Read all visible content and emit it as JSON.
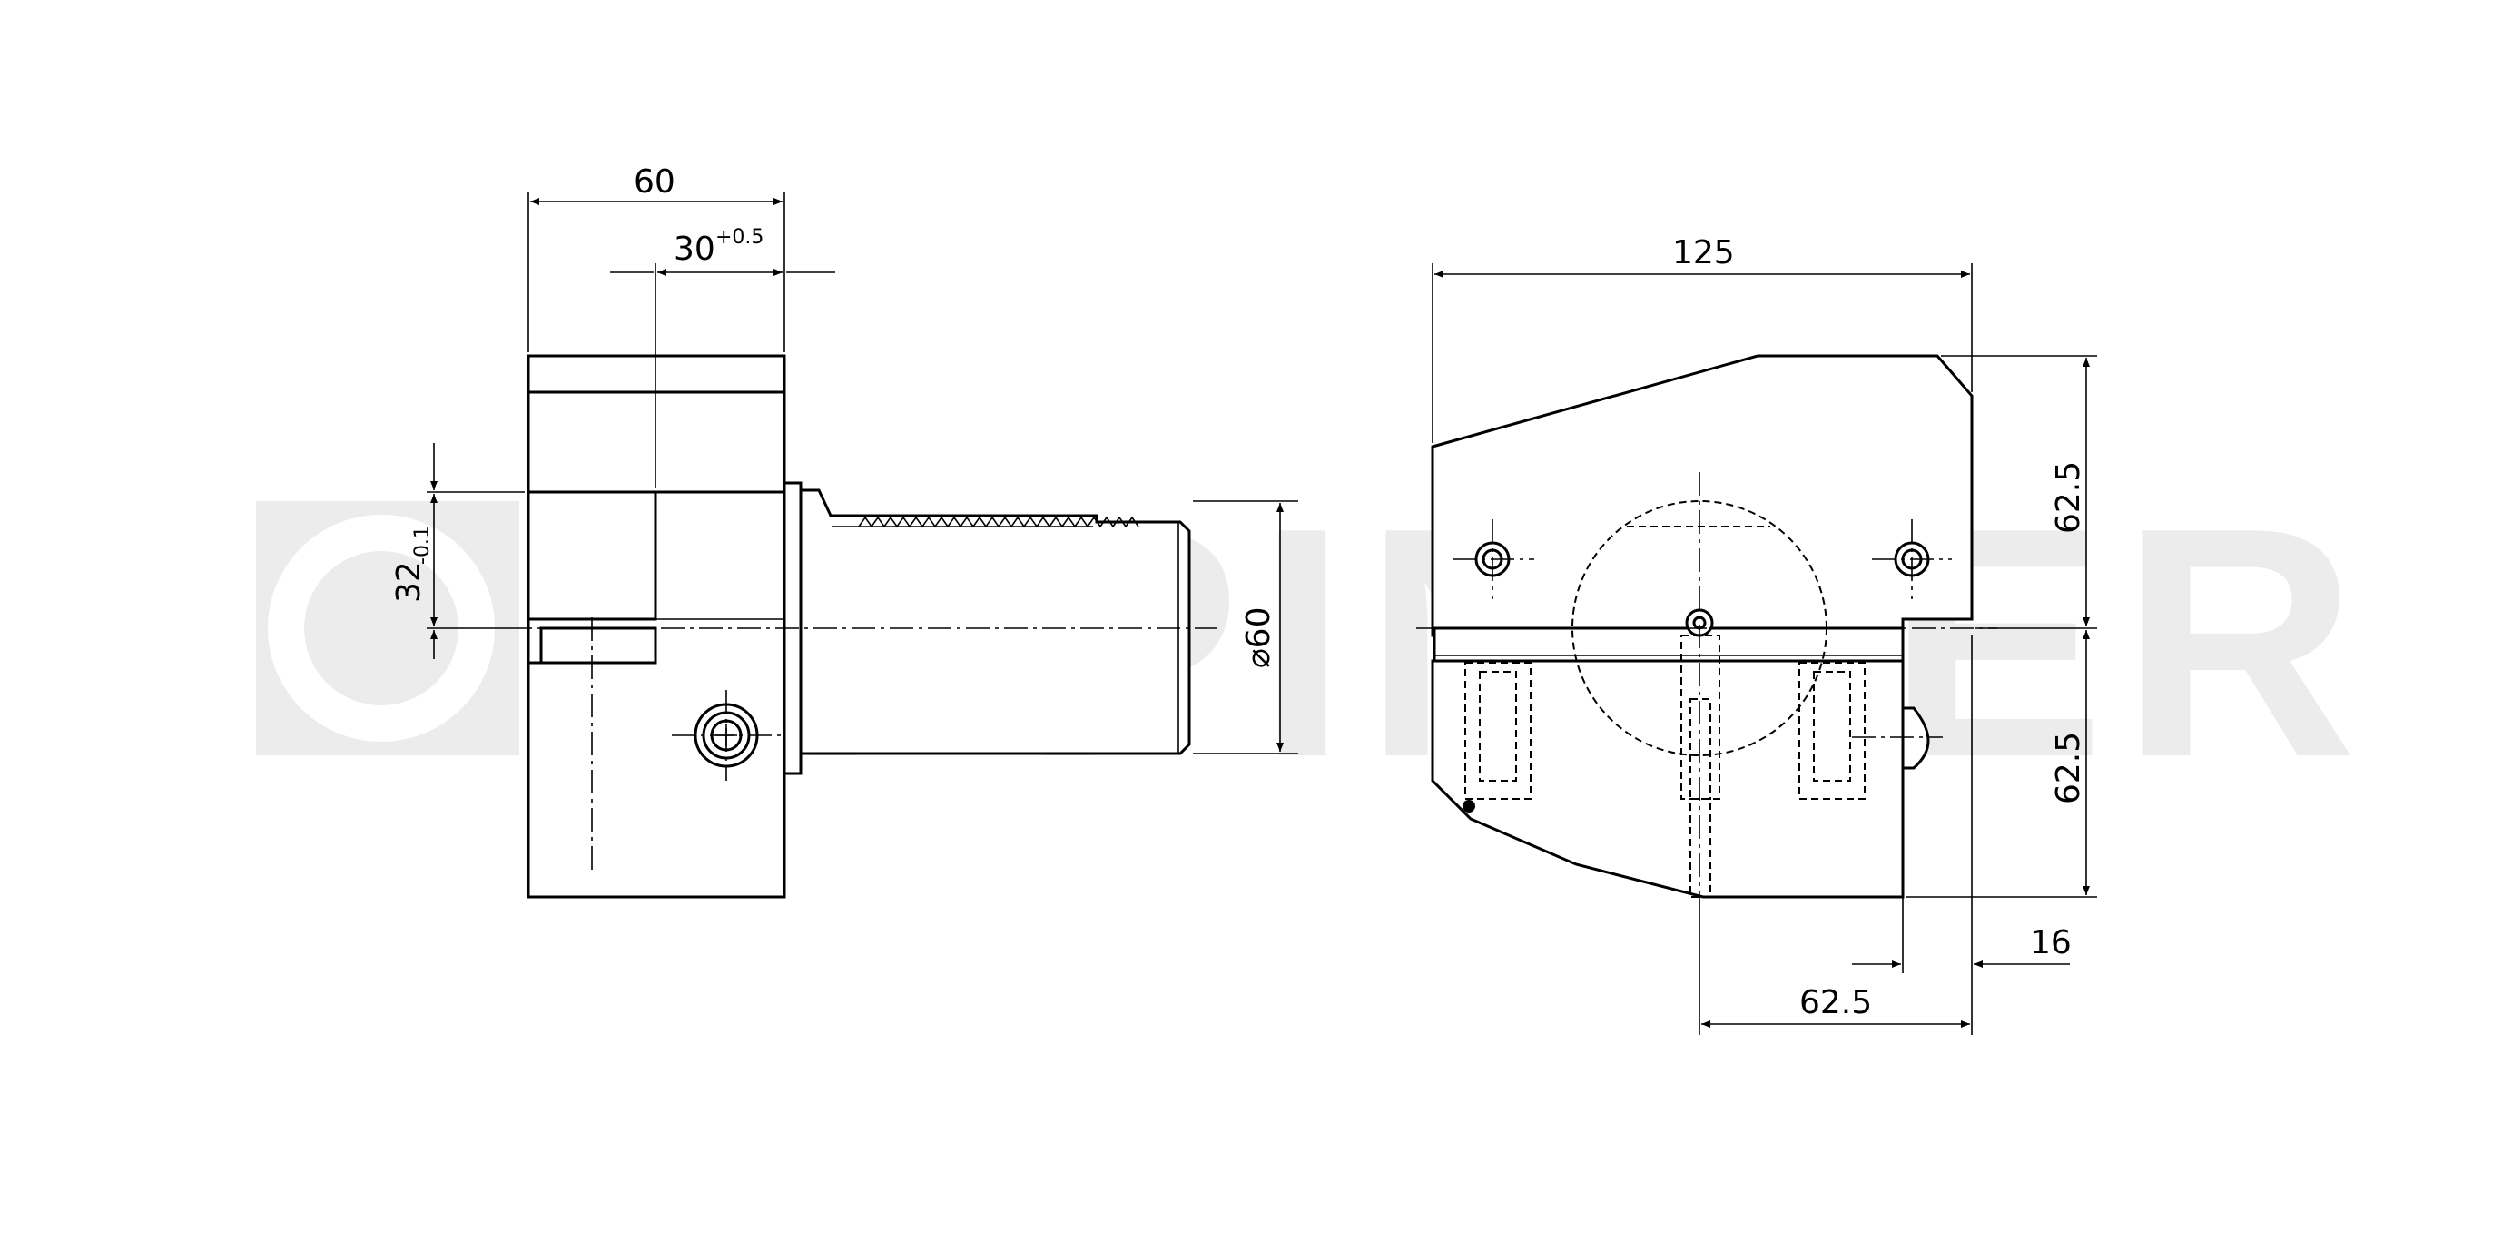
{
  "watermark": {
    "text": "EPPINGER"
  },
  "dimensions": {
    "side_width": "60",
    "side_depth": "30",
    "side_depth_tol": "+0.5",
    "center_height": "32",
    "center_height_tol": "-0.1",
    "shank_diameter": "⌀60",
    "front_width": "125",
    "upper_height": "62.5",
    "lower_height": "62.5",
    "offset": "16",
    "bottom_width": "62.5"
  },
  "colors": {
    "line": "#000000",
    "watermark": "#ececec",
    "background": "#ffffff"
  }
}
